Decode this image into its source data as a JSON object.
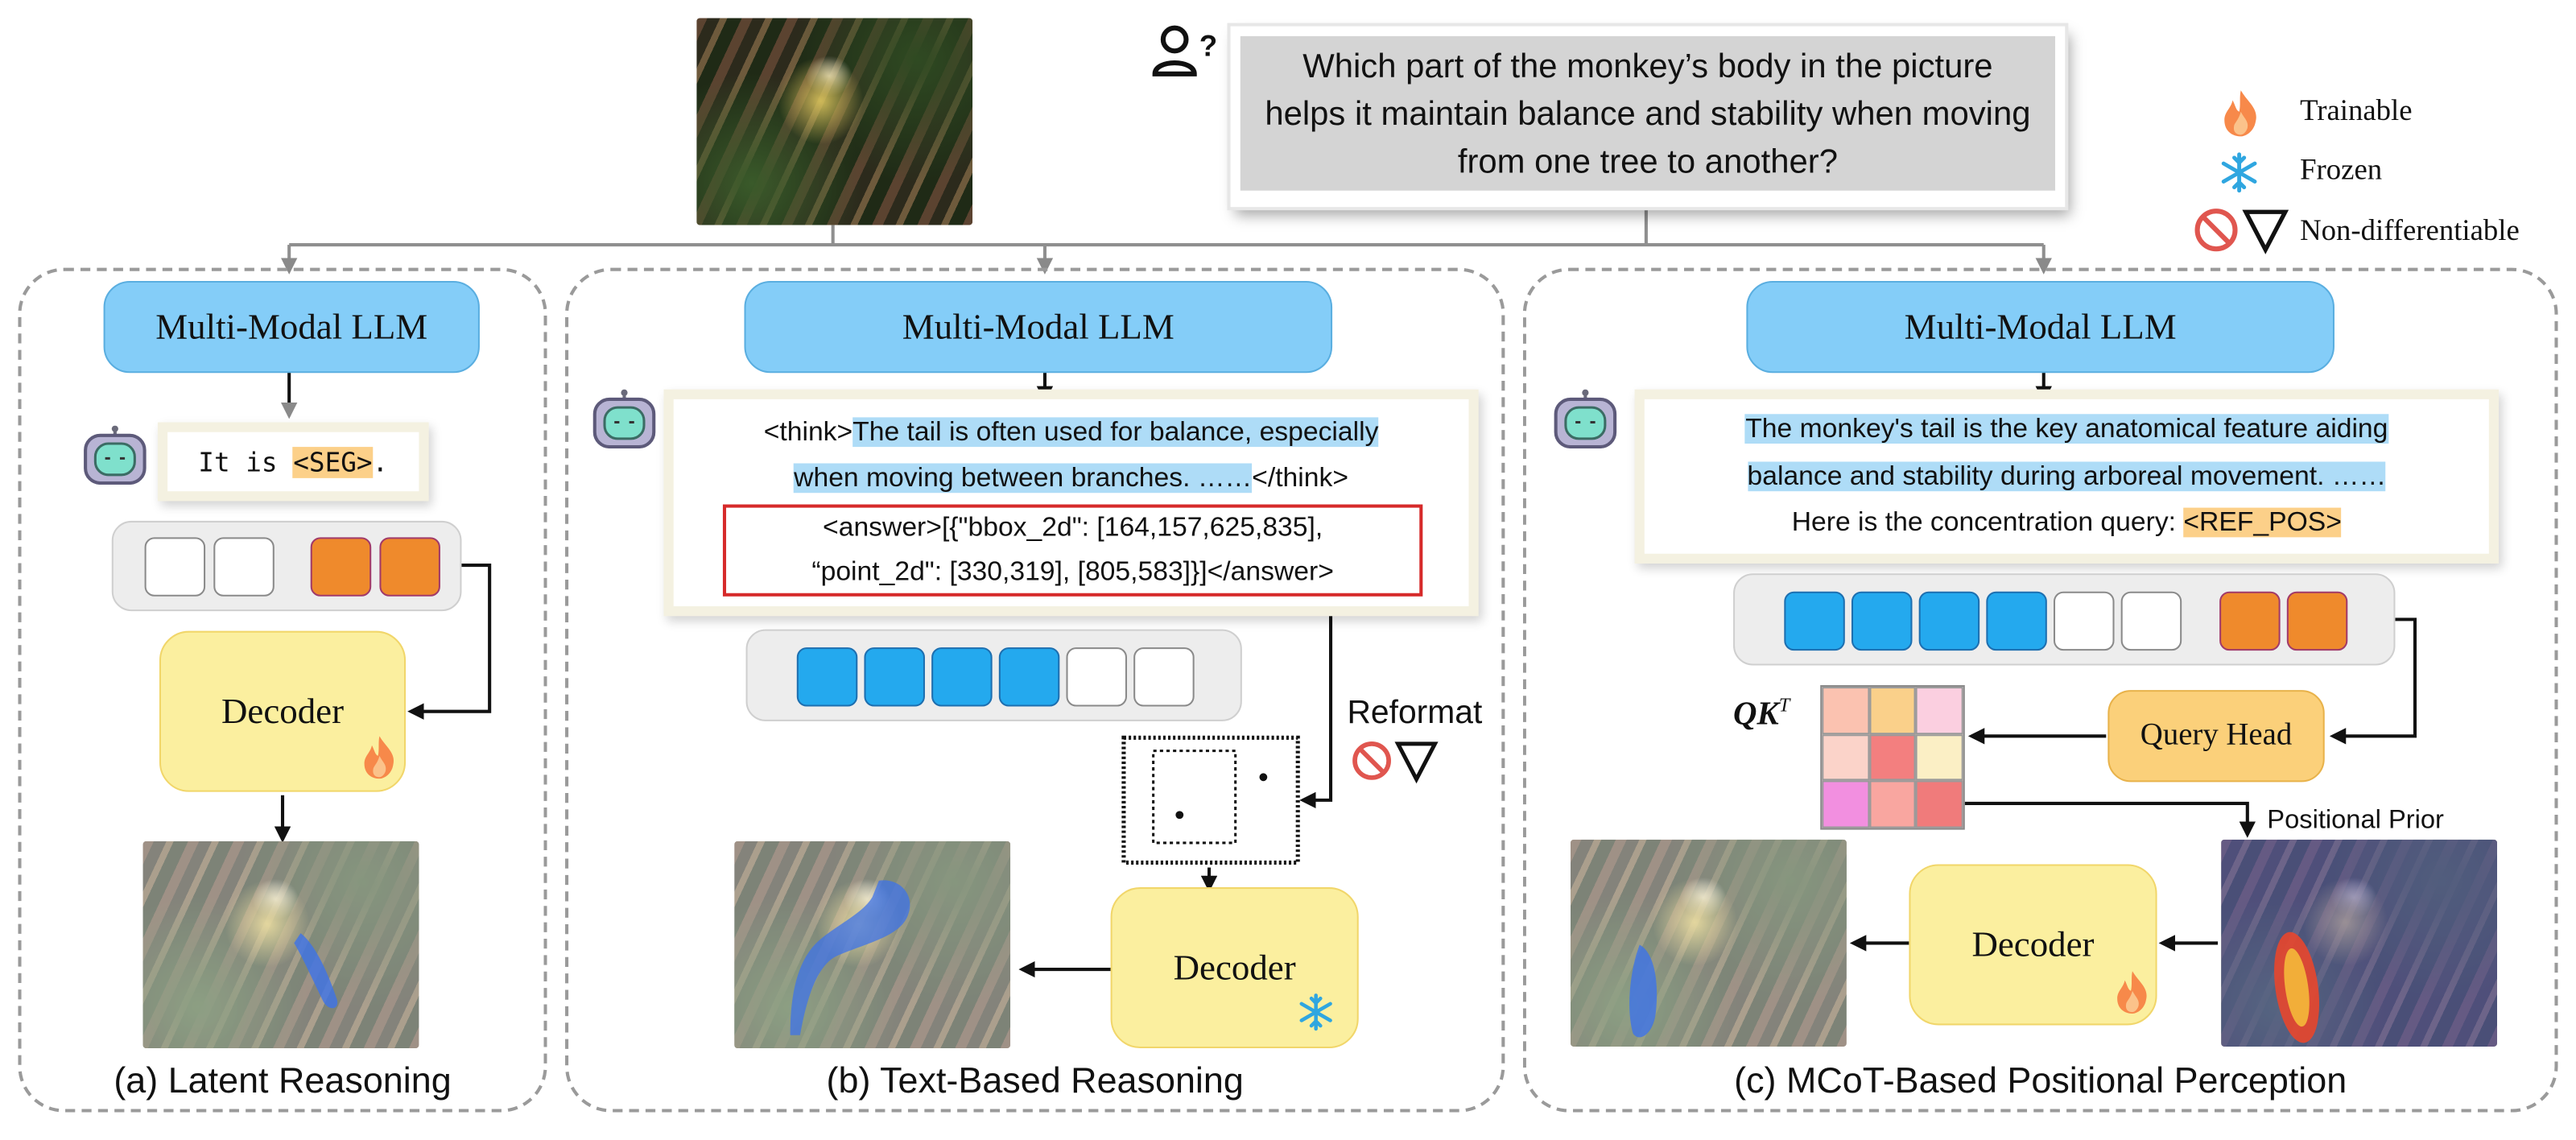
{
  "question": "Which part of the monkey’s body in the picture helps it maintain balance and stability when moving from one tree to another?",
  "legend": {
    "trainable": "Trainable",
    "frozen": "Frozen",
    "non_differentiable": "Non-differentiable"
  },
  "panel_a": {
    "llm_label": "Multi-Modal LLM",
    "response_prefix": "It is ",
    "seg_token": "<SEG>",
    "response_suffix": ".",
    "decoder_label": "Decoder",
    "caption": "(a) Latent Reasoning"
  },
  "panel_b": {
    "llm_label": "Multi-Modal LLM",
    "think_open": "<think>",
    "think_line1": "The tail is often used for balance, especially",
    "think_line2": "when moving between branches. ……",
    "think_close": "</think>",
    "answer_line1": "<answer>[{\"bbox_2d\": [164,157,625,835],",
    "answer_line2": "“point_2d\": [330,319], [805,583]}]</answer>",
    "reformat_label": "Reformat",
    "decoder_label": "Decoder",
    "caption": "(b) Text-Based Reasoning"
  },
  "panel_c": {
    "llm_label": "Multi-Modal LLM",
    "text_line1": "The monkey's tail is the key anatomical feature aiding",
    "text_line2": "balance and stability during arboreal movement. ……",
    "text_line3_prefix": "Here is the concentration query: ",
    "ref_token": "<REF_POS>",
    "qk_label": "QK",
    "qk_sup": "T",
    "query_head_label": "Query Head",
    "positional_prior_label": "Positional Prior",
    "decoder_label": "Decoder",
    "caption": "(c) MCoT-Based Positional Perception"
  },
  "colors": {
    "llm_blue": "#84cdf8",
    "decoder_yellow": "#fbef9f",
    "token_blue": "#24a9ee",
    "token_orange": "#ef8a2c",
    "highlight_blue": "#aedcf7",
    "highlight_tag": "#fcd089",
    "answer_border": "#d62a2a",
    "query_head": "#fbd07a"
  },
  "qk_matrix_colors": [
    [
      "#fbc2b0",
      "#fad08a",
      "#fbcfe0"
    ],
    [
      "#fbd3c9",
      "#f37f7f",
      "#fbefc5"
    ],
    [
      "#f28fe0",
      "#f9a6a0",
      "#f07b7b"
    ]
  ]
}
